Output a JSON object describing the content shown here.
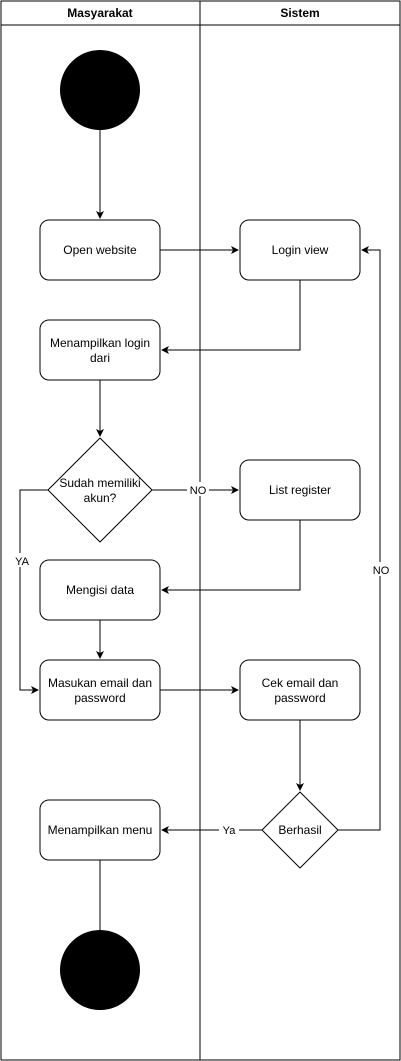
{
  "swimlanes": [
    {
      "id": "masyarakat",
      "title": "Masyarakat"
    },
    {
      "id": "sistem",
      "title": "Sistem"
    }
  ],
  "nodes": {
    "start": {
      "type": "start"
    },
    "open_website": {
      "type": "action",
      "lines": [
        "Open website"
      ]
    },
    "login_view": {
      "type": "action",
      "lines": [
        "Login view"
      ]
    },
    "menampilkan_login": {
      "type": "action",
      "lines": [
        "Menampilkan login",
        "dari"
      ]
    },
    "sudah_memiliki_akun": {
      "type": "decision",
      "lines": [
        "Sudah memiliki",
        "akun?"
      ]
    },
    "list_register": {
      "type": "action",
      "lines": [
        "List register"
      ]
    },
    "mengisi_data": {
      "type": "action",
      "lines": [
        "Mengisi data"
      ]
    },
    "masukan_email": {
      "type": "action",
      "lines": [
        "Masukan email dan",
        "password"
      ]
    },
    "cek_email": {
      "type": "action",
      "lines": [
        "Cek email dan",
        "password"
      ]
    },
    "berhasil": {
      "type": "decision",
      "lines": [
        "Berhasil"
      ]
    },
    "menampilkan_menu": {
      "type": "action",
      "lines": [
        "Menampilkan menu"
      ]
    },
    "end": {
      "type": "end"
    }
  },
  "edges": [
    {
      "from": "start",
      "to": "open_website",
      "label": ""
    },
    {
      "from": "open_website",
      "to": "login_view",
      "label": ""
    },
    {
      "from": "login_view",
      "to": "menampilkan_login",
      "label": ""
    },
    {
      "from": "menampilkan_login",
      "to": "sudah_memiliki_akun",
      "label": ""
    },
    {
      "from": "sudah_memiliki_akun",
      "to": "list_register",
      "label": "NO"
    },
    {
      "from": "sudah_memiliki_akun",
      "to": "masukan_email",
      "label": "YA"
    },
    {
      "from": "list_register",
      "to": "mengisi_data",
      "label": ""
    },
    {
      "from": "mengisi_data",
      "to": "masukan_email",
      "label": ""
    },
    {
      "from": "masukan_email",
      "to": "cek_email",
      "label": ""
    },
    {
      "from": "cek_email",
      "to": "berhasil",
      "label": ""
    },
    {
      "from": "berhasil",
      "to": "login_view",
      "label": "NO"
    },
    {
      "from": "berhasil",
      "to": "menampilkan_menu",
      "label": "Ya"
    },
    {
      "from": "menampilkan_menu",
      "to": "end",
      "label": ""
    }
  ]
}
